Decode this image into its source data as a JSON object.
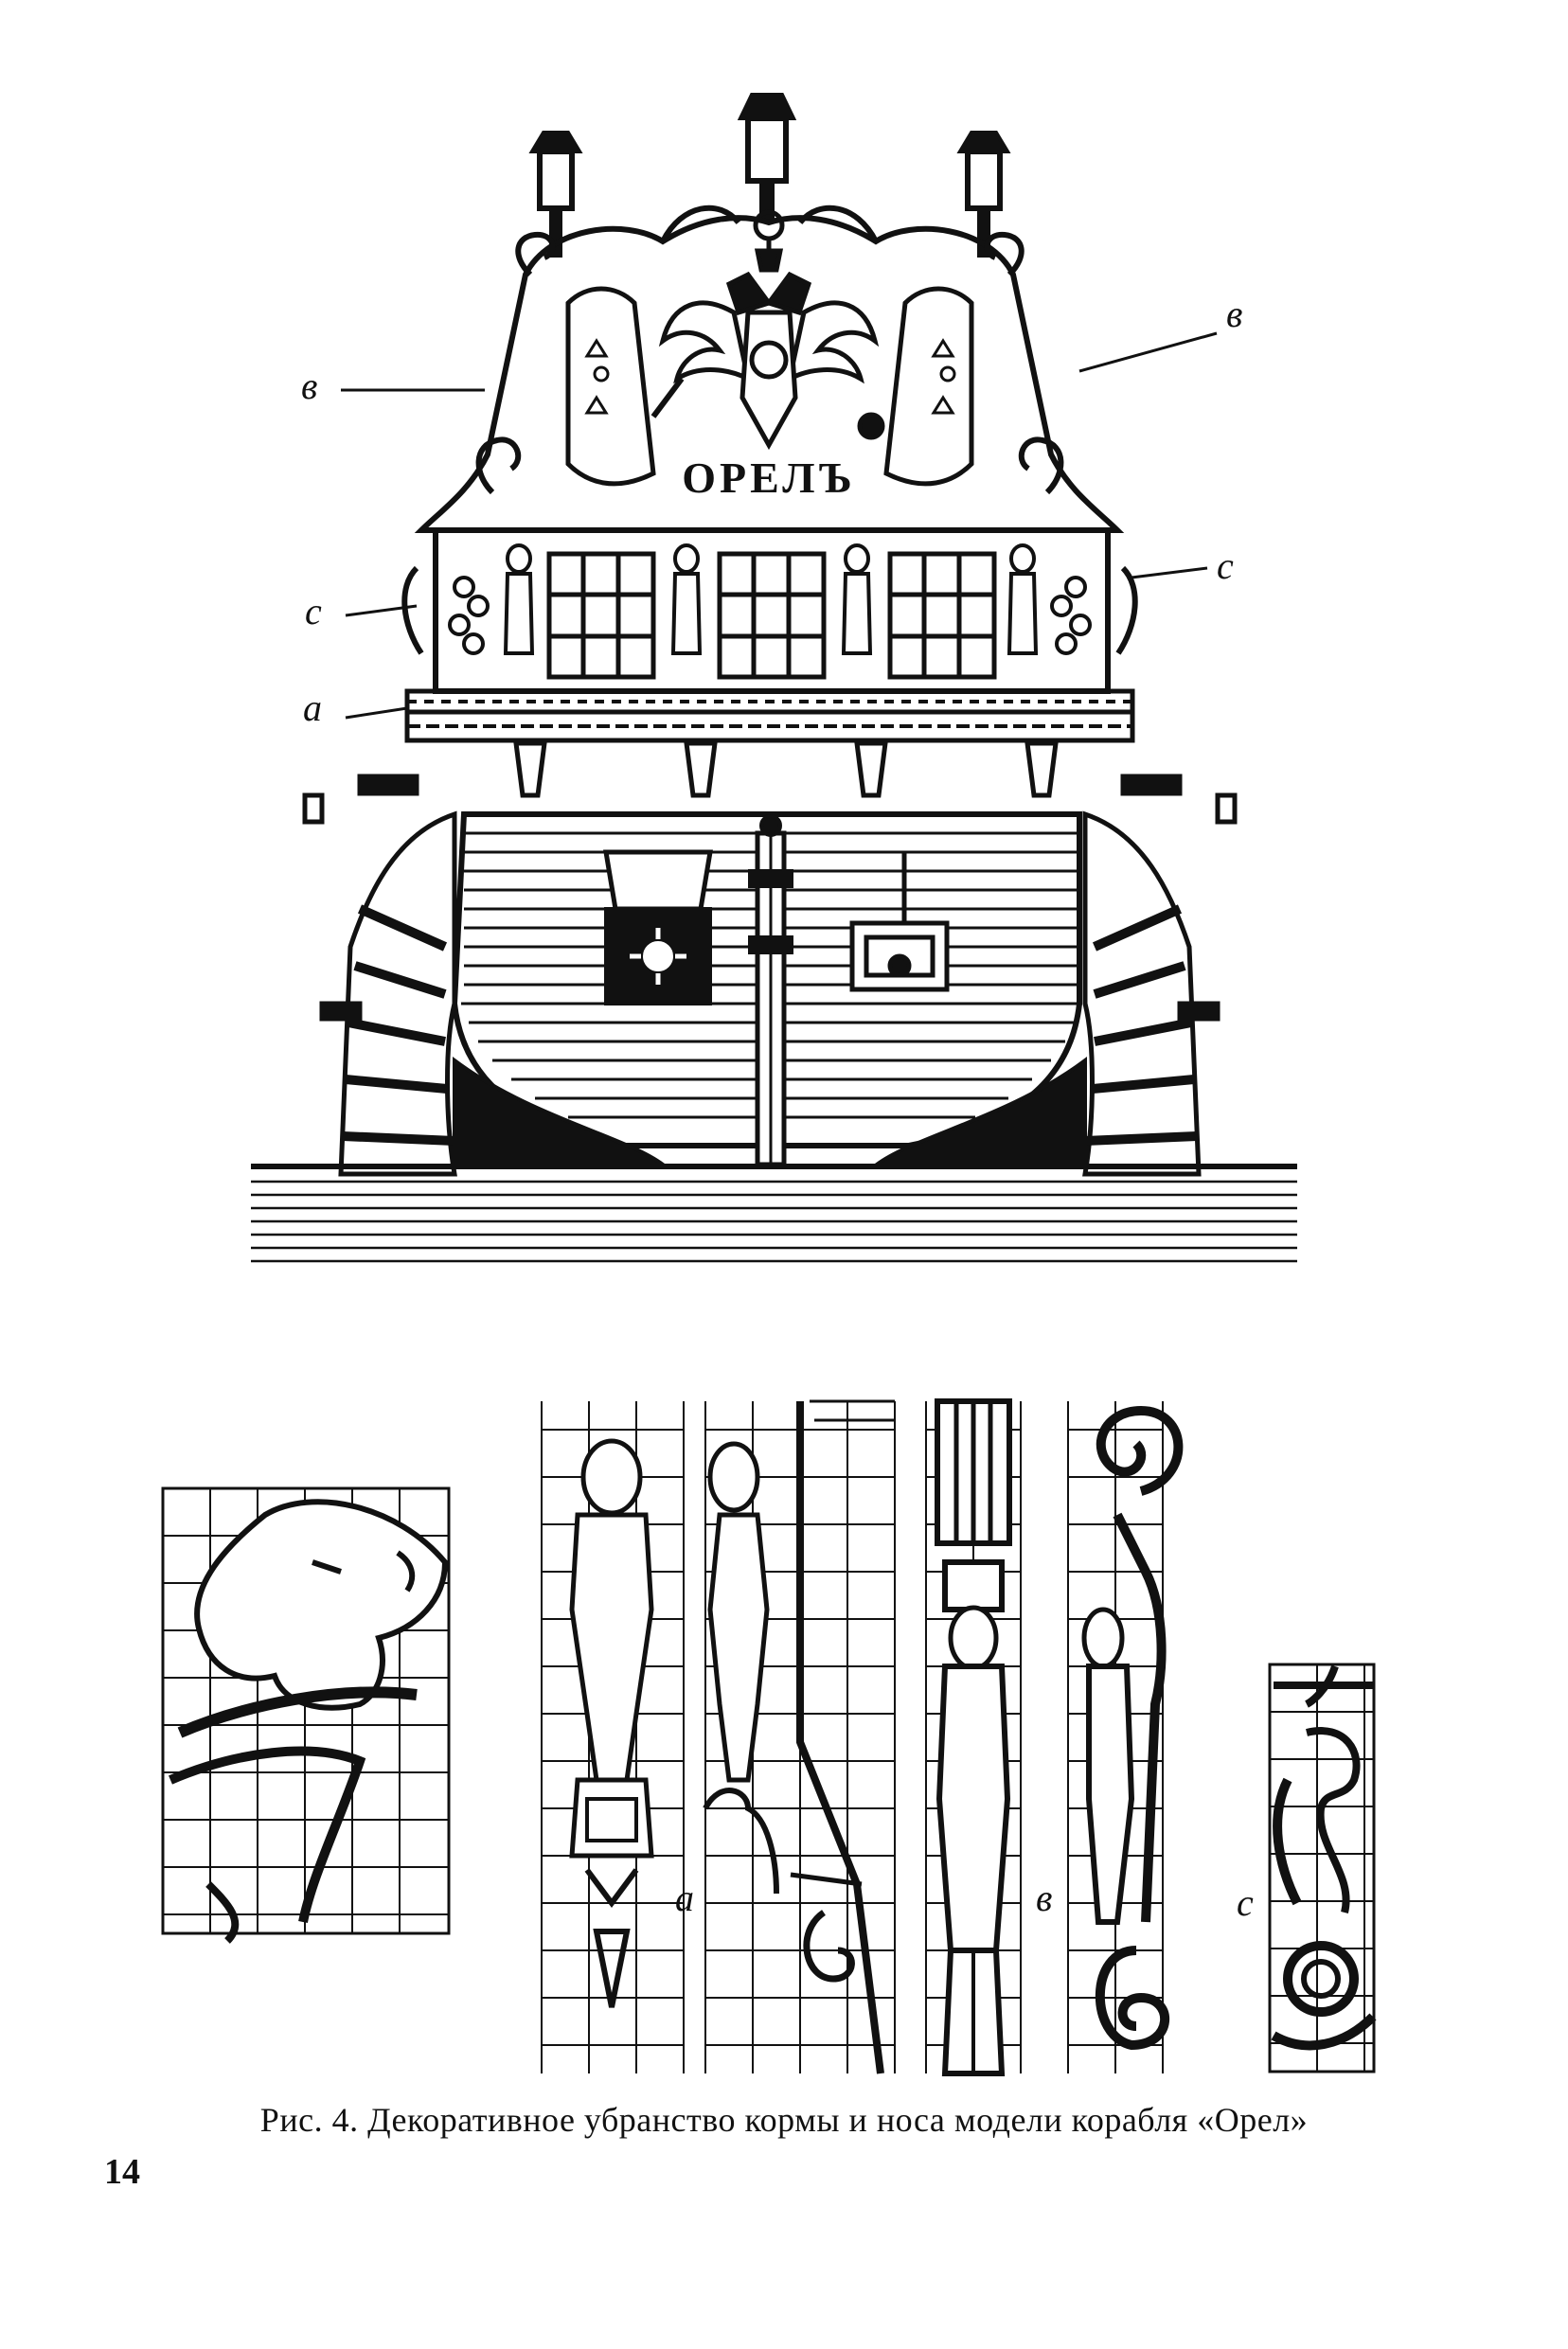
{
  "stern": {
    "ship_name": "ОРЕЛЪ",
    "callouts": {
      "b_left": "в",
      "b_right": "в",
      "c_left": "с",
      "c_right": "с",
      "a_left": "a"
    }
  },
  "details": {
    "labels": {
      "a": "a",
      "b": "в",
      "c": "с"
    }
  },
  "caption": "Рис. 4. Декоративное убранство кормы и носа модели корабля «Орел»",
  "page_number": "14"
}
